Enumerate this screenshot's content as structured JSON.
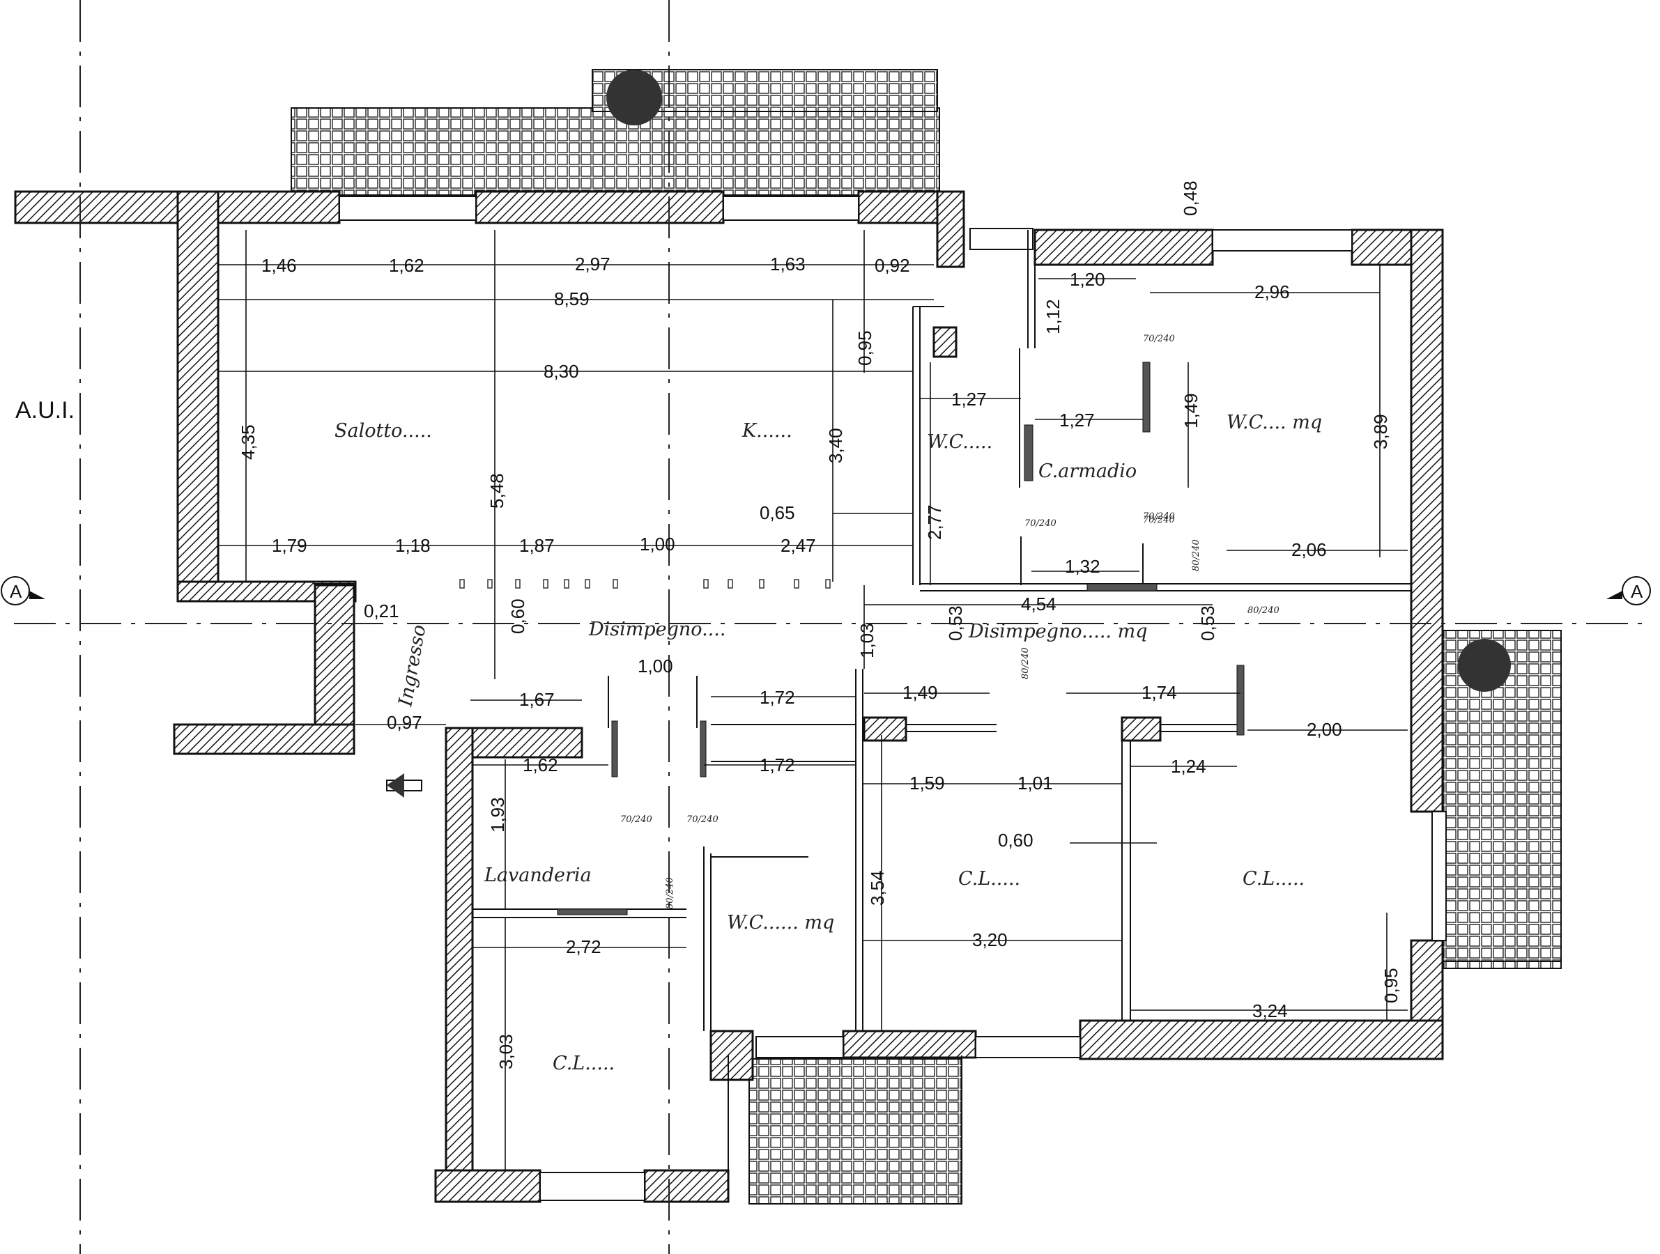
{
  "labels": {
    "aui": "A.U.I.",
    "section_left": "A",
    "section_right": "A",
    "rooms": {
      "salotto": "Salotto.....",
      "cucina": "K......",
      "wc_small": "W.C.....",
      "c_armadio": "C.armadio",
      "wc_master": "W.C.... mq",
      "disimpegno_left": "Disimpegno....",
      "disimpegno_right": "Disimpegno..... mq",
      "ingresso": "Ingresso",
      "lavanderia": "Lavanderia",
      "wc_lower": "W.C...... mq",
      "cl_mid": "C.L.....",
      "cl_right": "C.L.....",
      "cl_lower": "C.L....."
    },
    "doors": {
      "d1": "70/240",
      "d2": "70/240",
      "d3": "70/240",
      "d4": "70/240",
      "d5": "70/240",
      "d6": "80/240",
      "d7": "80/240",
      "d8": "80/240",
      "d9": "80/240",
      "d10": "70/240"
    }
  },
  "dimensions": {
    "d146": "1,46",
    "d162a": "1,62",
    "d297": "2,97",
    "d163": "1,63",
    "d092": "0,92",
    "d859": "8,59",
    "d830": "8,30",
    "d095a": "0,95",
    "d435": "4,35",
    "d548": "5,48",
    "d340": "3,40",
    "d065": "0,65",
    "d179": "1,79",
    "d118": "1,18",
    "d187": "1,87",
    "d100a": "1,00",
    "d247": "2,47",
    "d120": "1,20",
    "d112": "1,12",
    "d048": "0,48",
    "d296": "2,96",
    "d127a": "1,27",
    "d127b": "1,27",
    "d149a": "1,49",
    "d389": "3,89",
    "d277": "2,77",
    "d132": "1,32",
    "d206": "2,06",
    "d454": "4,54",
    "d053a": "0,53",
    "d053b": "0,53",
    "d021": "0,21",
    "d060a": "0,60",
    "d103": "1,03",
    "d100b": "1,00",
    "d167": "1,67",
    "d172a": "1,72",
    "d149b": "1,49",
    "d174": "1,74",
    "d200": "2,00",
    "d097": "0,97",
    "d162b": "1,62",
    "d172b": "1,72",
    "d159": "1,59",
    "d101": "1,01",
    "d124": "1,24",
    "d193": "1,93",
    "d060b": "0,60",
    "d354": "3,54",
    "d320": "3,20",
    "d272": "2,72",
    "d303": "3,03",
    "d324": "3,24",
    "d095b": "0,95"
  }
}
